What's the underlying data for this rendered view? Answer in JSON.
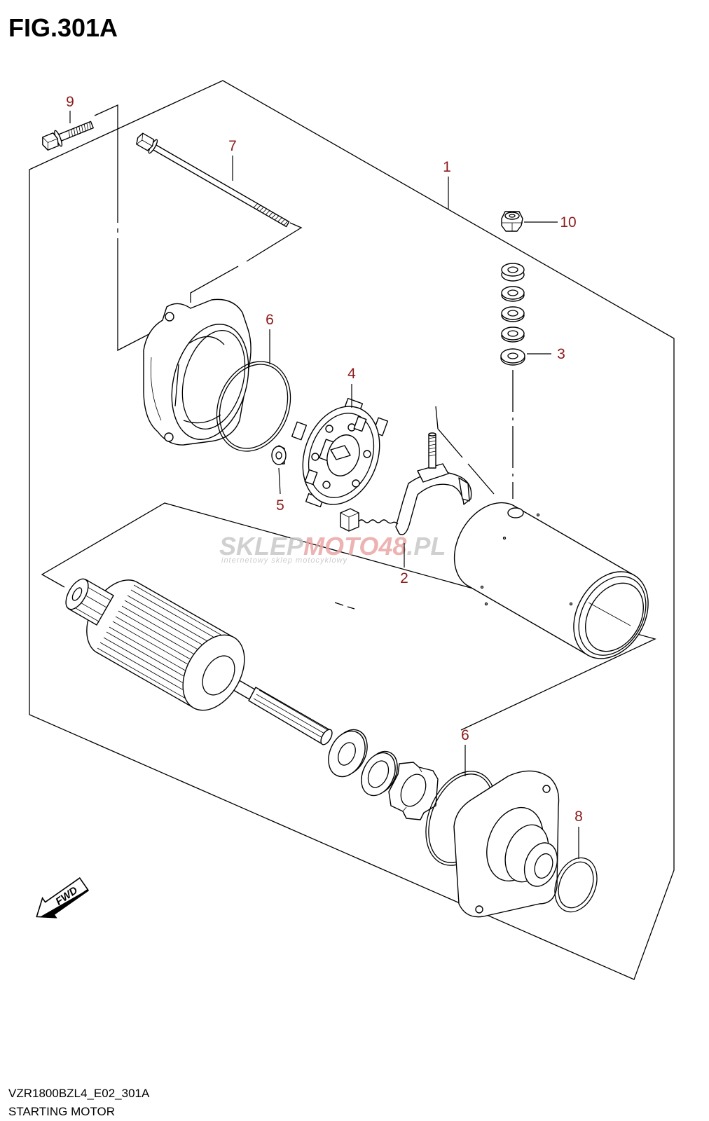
{
  "figure": {
    "title": "FIG.301A",
    "code": "VZR1800BZL4_E02_301A",
    "name": "STARTING MOTOR"
  },
  "callouts": [
    {
      "label": "9"
    },
    {
      "label": "7"
    },
    {
      "label": "1"
    },
    {
      "label": "10"
    },
    {
      "label": "6"
    },
    {
      "label": "4"
    },
    {
      "label": "3"
    },
    {
      "label": "5"
    },
    {
      "label": "2"
    },
    {
      "label": "6"
    },
    {
      "label": "8"
    }
  ],
  "fwd_label": "FWD",
  "watermark": {
    "part1": "SKLEP",
    "part2": "MOTO",
    "part3": "48",
    "part4": ".PL",
    "tagline": "internetowy sklep motocyklowy"
  },
  "colors": {
    "callout": "#8b1a1a",
    "line": "#000000",
    "watermark_gray": "#c8c8c8",
    "watermark_red": "#eaa6a6"
  }
}
